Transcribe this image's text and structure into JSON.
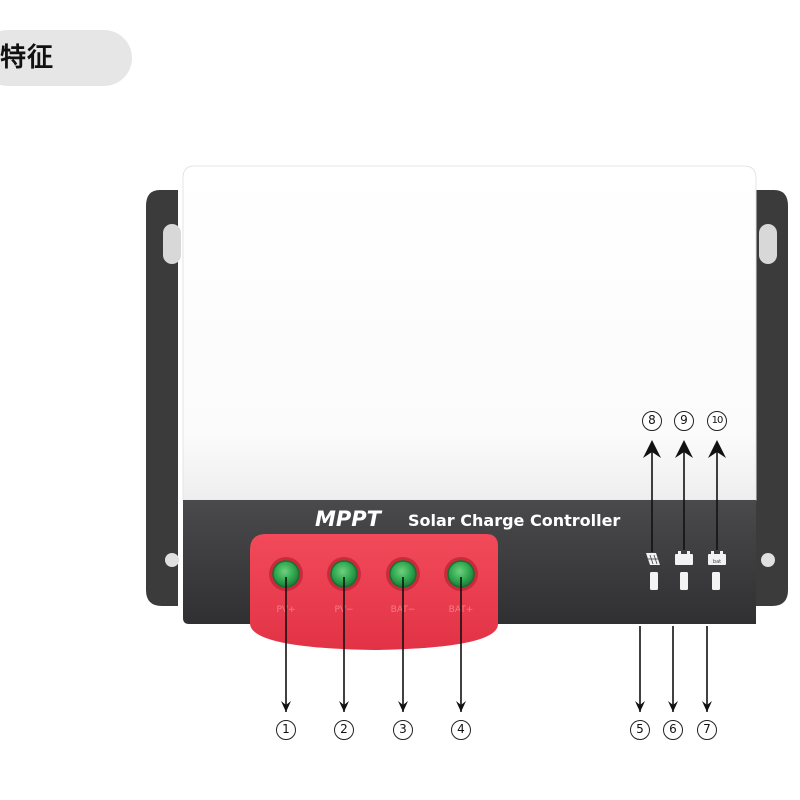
{
  "header": {
    "title": "特征"
  },
  "device": {
    "brand": "MPPT",
    "product_name": "Solar Charge Controller",
    "body_color": "#ffffff",
    "panel_color": "#3d3d3f",
    "terminal_block_color": "#ef3d4f",
    "terminal_color": "#2fa84f"
  },
  "terminals": [
    {
      "label": "PV+",
      "number": "1"
    },
    {
      "label": "PV−",
      "number": "2"
    },
    {
      "label": "BAT−",
      "number": "3"
    },
    {
      "label": "BAT+",
      "number": "4"
    }
  ],
  "indicators": [
    {
      "icon": "solar-panel-icon",
      "top_number": "8",
      "bottom_number": "5"
    },
    {
      "icon": "battery-icon",
      "top_number": "9",
      "bottom_number": "6"
    },
    {
      "icon": "battery-load-icon",
      "top_number": "10",
      "bottom_number": "7"
    }
  ]
}
